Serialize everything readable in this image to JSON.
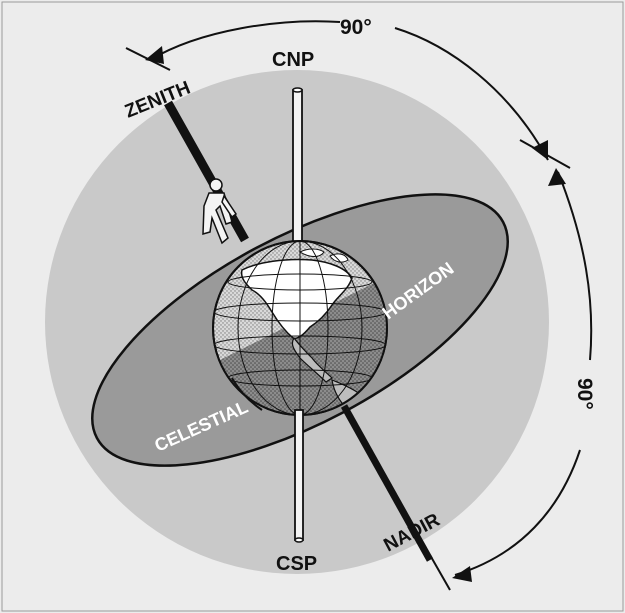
{
  "labels": {
    "cnp": "CNP",
    "csp": "CSP",
    "zenith": "ZENITH",
    "nadir": "NADIR",
    "angle_top": "90°",
    "angle_right": "90°",
    "celestial": "CELESTIAL",
    "horizon": "HORIZON"
  },
  "colors": {
    "background": "#ececec",
    "sphere": "#c9c9c9",
    "horizon_plane": "#9a9a9a",
    "earth_upper": "#d6d6d6",
    "earth_lower": "#8e8e8e",
    "ink": "#111111"
  }
}
